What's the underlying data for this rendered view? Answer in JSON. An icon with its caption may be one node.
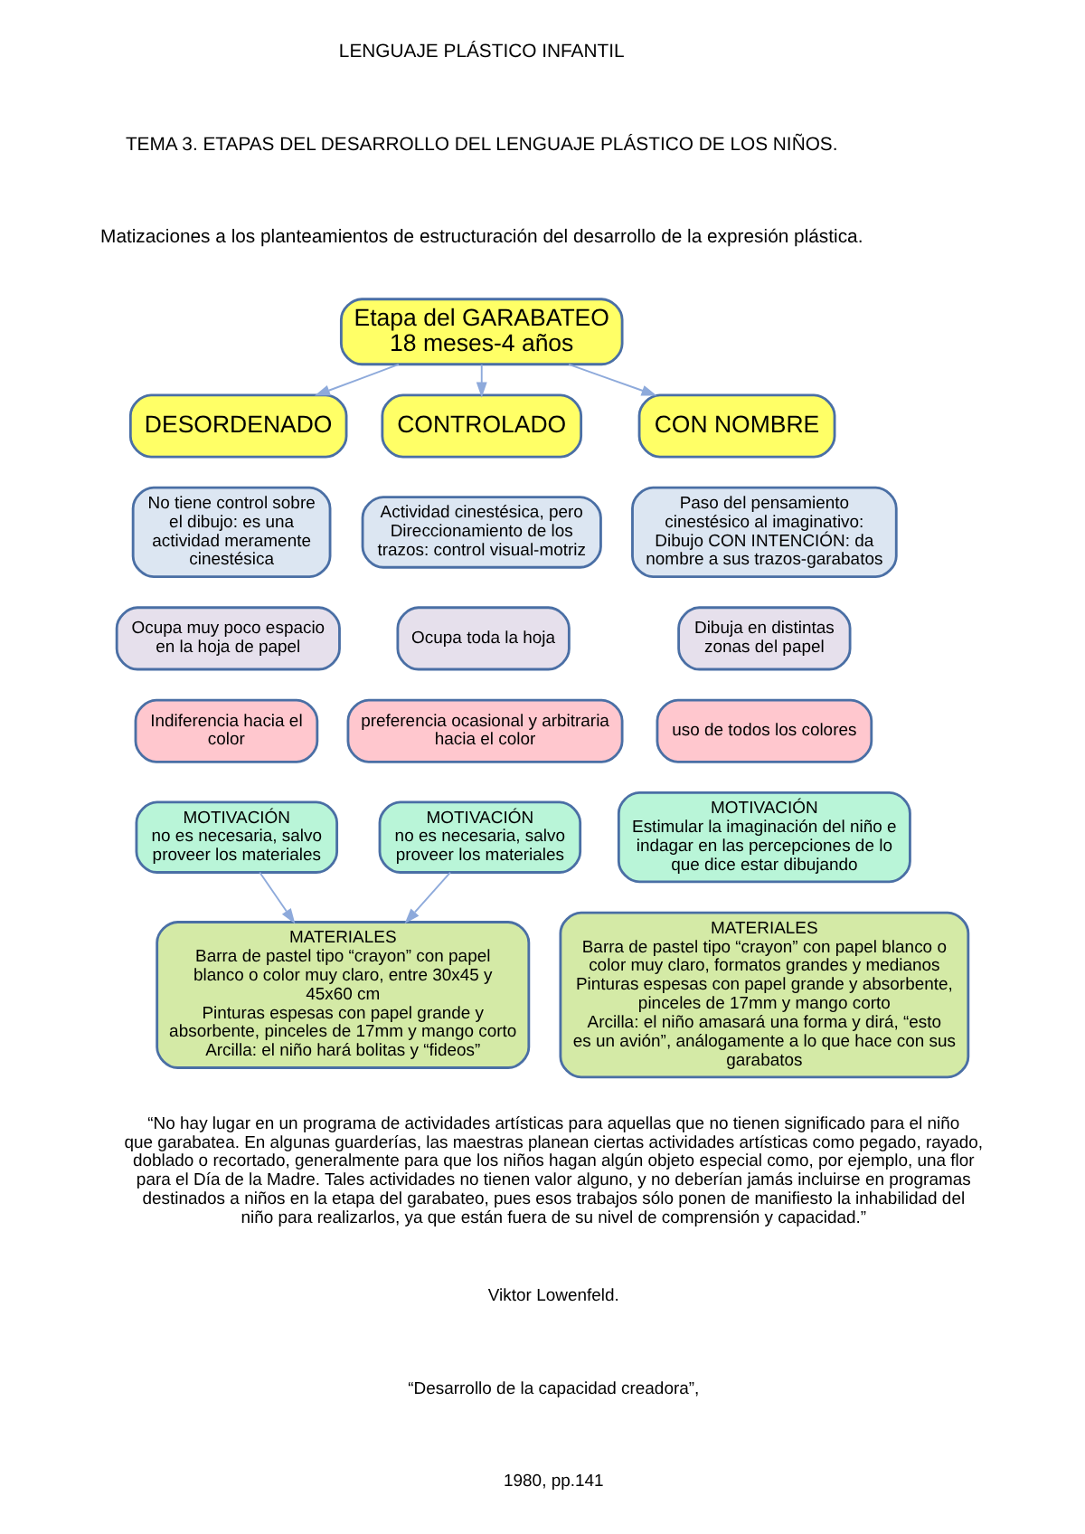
{
  "diagram": {
    "nodes": [
      {
        "text": [
          "Etapa del GARABATEO",
          "18 meses-4 años"
        ]
      },
      {
        "text": [
          "DESORDENADO"
        ]
      },
      {
        "text": [
          "CONTROLADO"
        ]
      },
      {
        "text": [
          "CON NOMBRE"
        ]
      },
      {
        "text": [
          "No tiene control sobre el dibujo: es una actividad meramente cinestésica"
        ]
      },
      {
        "text": [
          "Ocupa muy poco espacio en la hoja de papel"
        ]
      },
      {
        "text": [
          "Indiferencia hacia el color"
        ]
      },
      {
        "text": [
          "MOTIVACIÓN",
          "no es necesaria, salvo proveer los materiales"
        ]
      },
      {
        "text": [
          "Actividad cinestésica, pero Direccionamiento de los trazos: control visual-motriz"
        ]
      },
      {
        "text": [
          "Ocupa toda la hoja"
        ]
      },
      {
        "text": [
          "preferencia ocasional y arbitraria hacia el color"
        ]
      },
      {
        "text": [
          "MOTIVACIÓN",
          "no es necesaria, salvo proveer los materiales"
        ]
      },
      {
        "text": [
          "Paso del pensamiento cinestésico al imaginativo: Dibujo CON INTENCIÓN: da nombre a sus trazos-garabatos"
        ]
      },
      {
        "text": [
          "Dibuja en distintas zonas del papel"
        ]
      },
      {
        "text": [
          "uso de todos los colores"
        ]
      },
      {
        "text": [
          "MOTIVACIÓN",
          "Estimular la imaginación del niño e indagar en las percepciones de lo que dice estar dibujando"
        ]
      },
      {
        "text": [
          "MATERIALES",
          "Barra de pastel tipo “crayon” con papel blanco o color muy claro, entre 30x45 y 45x60 cm",
          "Pinturas espesas con papel grande y absorbente, pinceles de 17mm y mango corto",
          "Arcilla: el niño hará bolitas y “fideos”"
        ]
      },
      {
        "text": [
          "MATERIALES",
          "Barra de pastel tipo “crayon” con papel blanco o color muy claro, formatos grandes y medianos",
          "Pinturas espesas con papel grande y absorbente, pinceles de 17mm y mango corto",
          "Arcilla: el niño amasará una forma y dirá, “esto es un avión”, análogamente a lo que hace con sus garabatos"
        ]
      }
    ],
    "edges": [
      {
        "from": 0,
        "to": 1,
        "arrow": "to"
      },
      {
        "from": 0,
        "to": 2,
        "arrow": "to"
      },
      {
        "from": 0,
        "to": 3,
        "arrow": "to"
      },
      {
        "from": 7,
        "to": 16,
        "arrow": "to"
      },
      {
        "from": 11,
        "to": 16,
        "arrow": "to"
      }
    ],
    "labels": [
      "LENGUAJE PLÁSTICO INFANTIL",
      "TEMA 3. ETAPAS DEL DESARROLLO DEL LENGUAJE PLÁSTICO DE LOS NIÑOS.",
      "Matizaciones a los planteamientos de estructuración del desarrollo de la expresión plástica.",
      "“No hay lugar en un programa de actividades artísticas para aquellas que no tienen significado para el niño que garabatea. En algunas guarderías, las maestras planean ciertas actividades artísticas como pegado, rayado, doblado o recortado, generalmente para que los niños hagan algún objeto especial como, por ejemplo, una flor para el Día de la Madre. Tales actividades no tienen valor alguno, y no deberían jamás incluirse en programas destinados a niños en la etapa del garabateo, pues esos trabajos sólo ponen de manifiesto la inhabilidad del niño para realizarlos, ya que están fuera de su nivel de comprensión y capacidad.”",
      "Viktor Lowenfeld.",
      "“Desarrollo de la capacidad creadora”,",
      "1980, pp.141"
    ]
  }
}
